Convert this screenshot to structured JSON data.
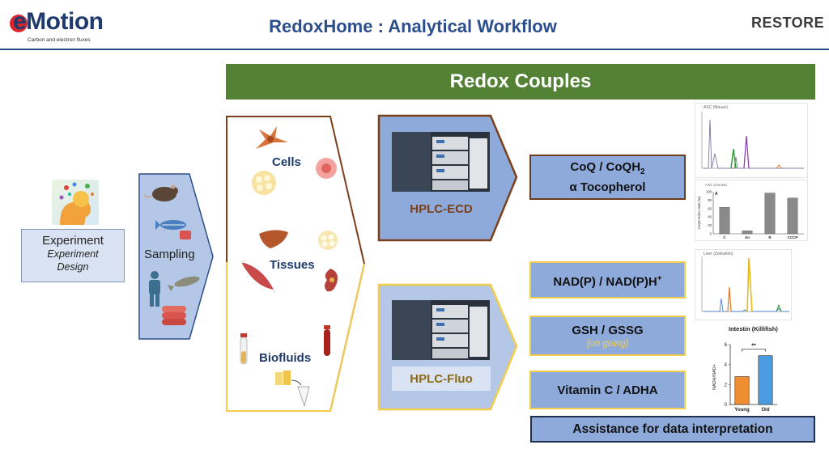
{
  "header": {
    "title": "RedoxHome : Analytical Workflow",
    "logo_left_text": "eMotion",
    "logo_left_sub": "Carbon and electron fluxes",
    "logo_right_text": "RESTORE"
  },
  "banner": {
    "title": "Redox Couples"
  },
  "experiment": {
    "title": "Experiment",
    "subtitle": "Experiment Design"
  },
  "sampling": {
    "label": "Sampling"
  },
  "specimens": {
    "cells": "Cells",
    "tissues": "Tissues",
    "biofluids": "Biofluids"
  },
  "hplc": {
    "ecd_label": "HPLC-ECD",
    "fluo_label": "HPLC-Fluo"
  },
  "analytes": {
    "coq_line1": "CoQ / CoQH",
    "coq_sub": "2",
    "coq_line2": "α Tocopherol",
    "nad": "NAD(P) / NAD(P)H",
    "nad_sup": "+",
    "gsh": "GSH / GSSG",
    "gsh_note": "(on going)",
    "vitc": "Vitamin C / ADHA"
  },
  "assistance": {
    "label": "Assistance for data interpretation"
  },
  "thumbs": {
    "chrom1_title": "ASC (Mouse)",
    "bar1_title": "ASC (mouse)",
    "bar1_letter": "A",
    "bar1_ylabel": "CoQ9 redox state (%)",
    "bar1_categories": [
      "C",
      "An",
      "R",
      "CCCP"
    ],
    "bar1_values": [
      63,
      7,
      97,
      85
    ],
    "bar1_yticks": [
      "100",
      "80",
      "60",
      "40",
      "20",
      "0"
    ],
    "chrom2_title": "Liver (Zebrafish)",
    "bar2_title": "Intestin (Killifish)",
    "bar2_ylabel": "NADH/NAD+",
    "bar2_categories": [
      "Young",
      "Old"
    ],
    "bar2_values": [
      2.8,
      4.9
    ],
    "bar2_yticks": [
      "6",
      "4",
      "2",
      "0"
    ],
    "bar2_sig": "**",
    "colors": {
      "young": "#ef8d32",
      "old": "#4a9be0"
    }
  },
  "colors": {
    "banner": "#548235",
    "title": "#2b4f8c",
    "box_fill": "#8eaadb",
    "light_fill": "#dae3f3",
    "brown": "#7b3f1a",
    "yellow": "#f3cc4a"
  }
}
